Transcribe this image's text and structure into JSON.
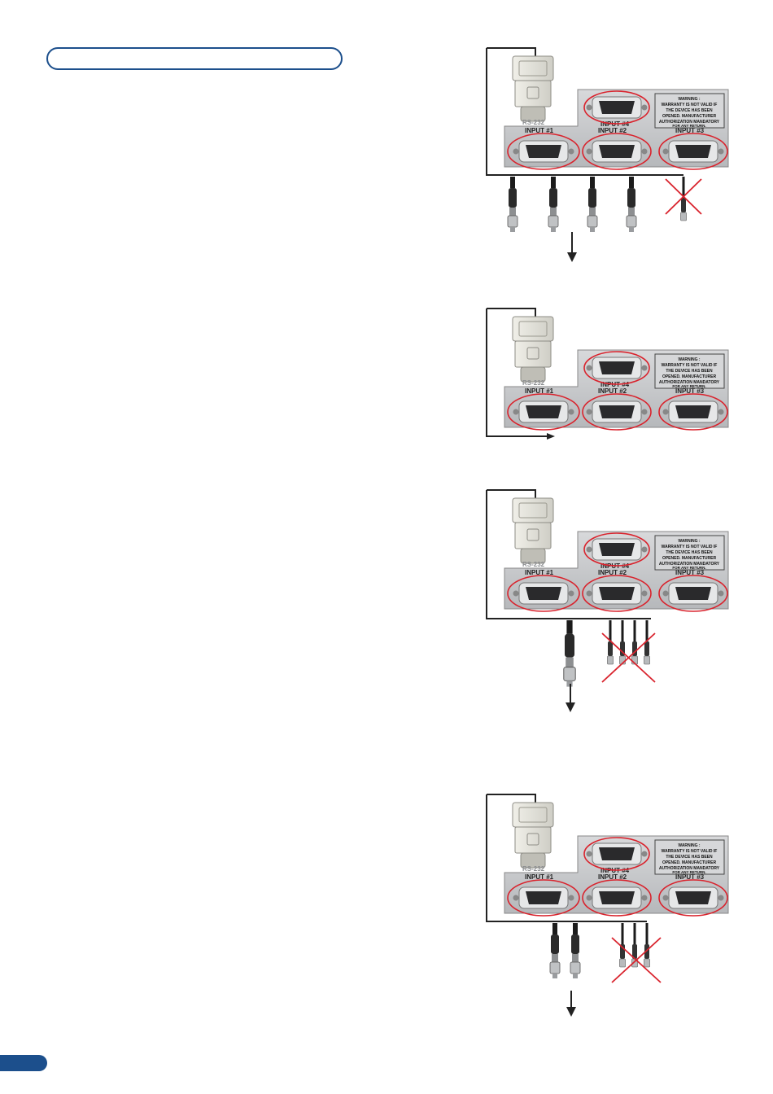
{
  "colors": {
    "accent": "#1c4f8c",
    "highlight": "#d9232d",
    "panel": "#c9cbcd",
    "panel_dark": "#9a9c9f"
  },
  "panel_labels": {
    "rs232": "RS-232",
    "input1": "INPUT #1",
    "input2": "INPUT #2",
    "input3": "INPUT #3",
    "input4": "INPUT #4",
    "warning_title": "WARNING :",
    "warning_line1": "WARRANTY IS NOT VALID IF",
    "warning_line2": "THE DEVICE HAS BEEN",
    "warning_line3": "OPENED. MANUFACTURER",
    "warning_line4": "AUTHORIZATION MANDATORY",
    "warning_line5": "FOR ANY RETURN."
  },
  "diagrams": [
    {
      "id": "rgbhv",
      "active_bnc": 4,
      "crossed_bnc": 1,
      "has_output_arrow": true
    },
    {
      "id": "dvi-analog",
      "active_bnc": 0,
      "crossed_bnc": 0,
      "has_output_arrow": true
    },
    {
      "id": "composite",
      "active_bnc": 1,
      "crossed_bnc": 4,
      "has_output_arrow": true
    },
    {
      "id": "s-video",
      "active_bnc": 2,
      "crossed_bnc": 3,
      "has_output_arrow": true
    }
  ],
  "icons": [
    "dvi-adapter-icon",
    "vga-connector-icon",
    "bnc-connector-icon",
    "cross-out-icon",
    "arrow-down-icon"
  ]
}
